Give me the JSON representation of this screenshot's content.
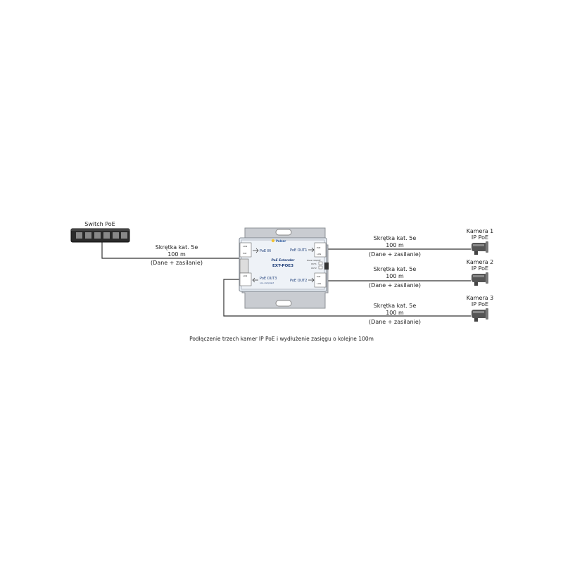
{
  "switch": {
    "label": "Switch PoE"
  },
  "input_link": {
    "cable": "Skrętka kat. 5e",
    "distance": "100 m",
    "note": "(Dane + zasilanie)"
  },
  "extender": {
    "brand": "Pulsar",
    "subtitle": "PoE Extender",
    "model": "EXT-POE3",
    "ports": {
      "in": "PoE IN",
      "out1": "PoE OUT1",
      "out2": "PoE OUT2",
      "out3": "PoE OUT3",
      "out3_note": "non-compliant"
    },
    "leds": {
      "lan": "LAN",
      "poe": "PoE"
    },
    "status": {
      "title": "Power ON/OFF",
      "out1": "OUT1",
      "out2": "OUT2"
    }
  },
  "links": [
    {
      "cable": "Skrętka kat. 5e",
      "distance": "100 m",
      "note": "(Dane + zasilanie)"
    },
    {
      "cable": "Skrętka kat. 5e",
      "distance": "100 m",
      "note": "(Dane + zasilanie)"
    },
    {
      "cable": "Skrętka kat. 5e",
      "distance": "100 m",
      "note": "(Dane + zasilanie)"
    }
  ],
  "cameras": [
    {
      "name": "Kamera 1",
      "type": "IP PoE"
    },
    {
      "name": "Kamera 2",
      "type": "IP PoE"
    },
    {
      "name": "Kamera 3",
      "type": "IP PoE"
    }
  ],
  "caption": "Podłączenie trzech kamer IP PoE i wydłużenie zasięgu o kolejne 100m",
  "colors": {
    "cable": "#333333",
    "device_body": "#e6ecf3",
    "plate": "#c9ccd1",
    "switch": "#2b2b2b"
  }
}
